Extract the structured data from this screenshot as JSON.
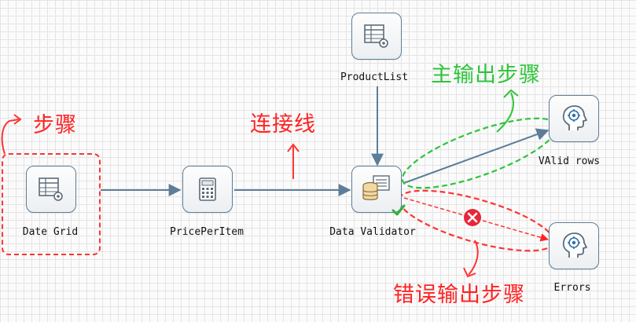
{
  "steps": {
    "date_grid": "Date Grid",
    "price_per_item": "PricePerItem",
    "data_validator": "Data Validator",
    "product_list": "ProductList",
    "valid_rows": "VAlid rows",
    "errors": "Errors"
  },
  "annotations": {
    "step": "步骤",
    "hop": "连接线",
    "main_output": "主输出步骤",
    "error_output": "错误输出步骤"
  },
  "colors": {
    "node_border": "#5d7e99",
    "hop_line": "#5d7e99",
    "annotation_red": "#ff2222",
    "annotation_green": "#2ec43a",
    "error_badge": "#e8263a"
  },
  "icons": {
    "date_grid": "data-grid-gear-icon",
    "price_per_item": "calculator-icon",
    "data_validator": "database-validate-icon",
    "product_list": "data-grid-gear-icon",
    "valid_rows": "head-gear-icon",
    "errors": "head-gear-icon",
    "error_badge": "error-x-icon",
    "validator_check": "checkmark-icon"
  }
}
